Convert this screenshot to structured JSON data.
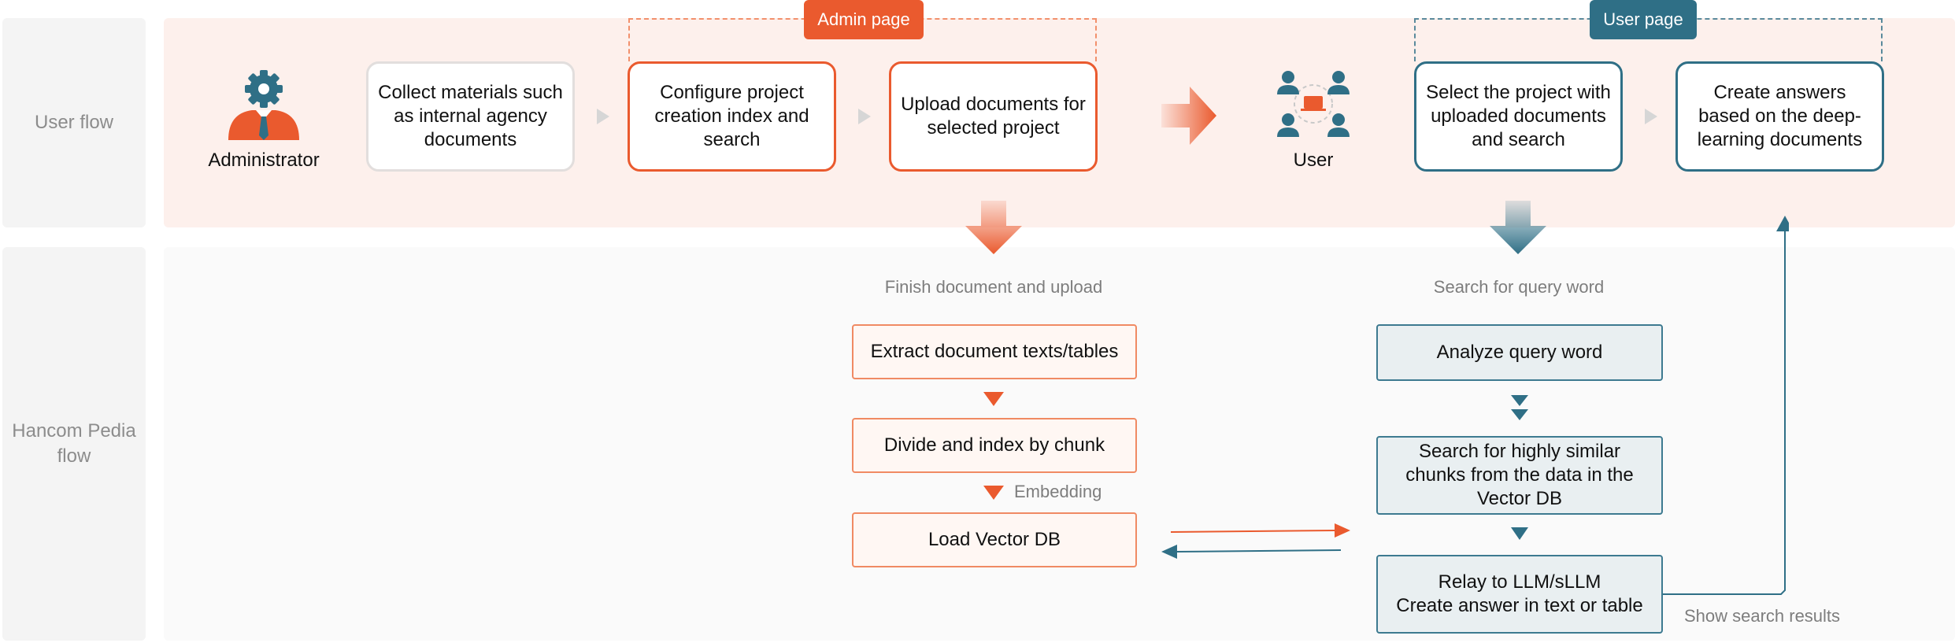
{
  "lanes": {
    "user_flow": "User flow",
    "hancom_flow": "Hancom Pedia\nflow"
  },
  "badges": {
    "admin_page": "Admin page",
    "user_page": "User page"
  },
  "actors": {
    "admin": "Administrator",
    "user": "User"
  },
  "user_flow_boxes": {
    "collect": "Collect materials such as internal agency documents",
    "configure": "Configure project creation index and search",
    "upload": "Upload documents for selected project",
    "select": "Select the project with uploaded documents and search",
    "create": "Create answers based on the deep-learning documents"
  },
  "admin_steps": {
    "caption": "Finish document and upload",
    "extract": "Extract document texts/tables",
    "divide": "Divide and index by chunk",
    "embedding": "Embedding",
    "load": "Load Vector DB"
  },
  "user_steps": {
    "caption": "Search for query word",
    "analyze": "Analyze query word",
    "search": "Search for highly similar chunks from the data in the Vector DB",
    "relay_line1": "Relay to LLM/sLLM",
    "relay_line2": "Create answer in text or table",
    "show": "Show search results"
  },
  "colors": {
    "orange": "#ea5a2e",
    "teal": "#2f6f86",
    "user_flow_bg": "#fdf0ec",
    "hancom_bg": "#fafafa"
  },
  "icons": {
    "admin": "administrator-gear-icon",
    "user": "users-network-icon"
  }
}
